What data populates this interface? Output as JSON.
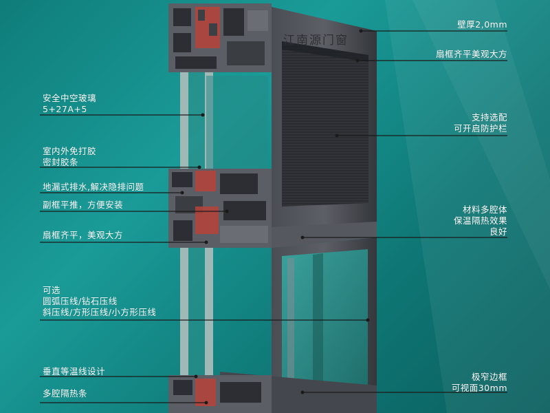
{
  "brand": {
    "logo_text": "江南源门窗"
  },
  "colors": {
    "background": "#138c89",
    "frame": "#3b3e44",
    "frame_light": "#6b6f75",
    "glass": "#2f8f8a",
    "pointer": "#1a1a1a",
    "seal": "#b8423a"
  },
  "left_labels": [
    {
      "lines": [
        "安全中空玻璃",
        "5+27A+5"
      ]
    },
    {
      "lines": [
        "室内外免打胶",
        "密封胶条"
      ]
    },
    {
      "lines": [
        "地漏式排水,解决隐排问题"
      ]
    },
    {
      "lines": [
        "副框平推，方便安装"
      ]
    },
    {
      "lines": [
        "扇框齐平，美观大方"
      ]
    },
    {
      "lines": [
        "可选",
        "圆弧压线/钻石压线",
        "斜压线/方形压线/小方形压线"
      ]
    },
    {
      "lines": [
        "垂直等温线设计"
      ]
    },
    {
      "lines": [
        "多腔隔热条"
      ]
    }
  ],
  "right_labels": [
    {
      "lines": [
        "壁厚2,0mm"
      ]
    },
    {
      "lines": [
        "扇框齐平美观大方"
      ]
    },
    {
      "lines": [
        "支持选配",
        "可开启防护栏"
      ]
    },
    {
      "lines": [
        "材料多腔体",
        "保温隔热效果",
        "良好"
      ]
    },
    {
      "lines": [
        "极窄边框",
        "可视面30mm"
      ]
    }
  ]
}
